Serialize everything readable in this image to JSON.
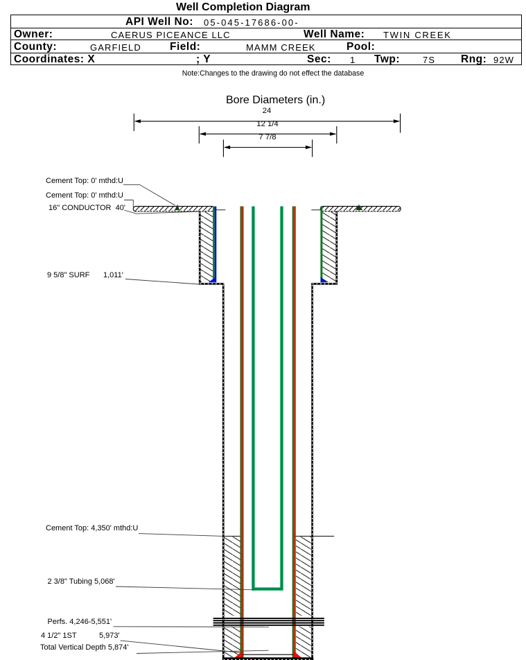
{
  "title": "Well Completion Diagram",
  "header_table": {
    "api_label": "API Well No:",
    "api_value": "05-045-17686-00-",
    "owner_label": "Owner:",
    "owner_value": "CAERUS PICEANCE LLC",
    "well_name_label": "Well Name:",
    "well_name_value": "TWIN CREEK",
    "county_label": "County:",
    "county_value": "GARFIELD",
    "field_label": "Field:",
    "field_value": "MAMM CREEK",
    "pool_label": "Pool:",
    "pool_value": "",
    "coordinates_label": "Coordinates: X",
    "coordinates_y_label": "; Y",
    "sec_label": "Sec:",
    "sec_value": "1",
    "twp_label": "Twp:",
    "twp_value": "7S",
    "rng_label": "Rng:",
    "rng_value": "92W"
  },
  "note": "Note:Changes to the drawing do not effect the database",
  "bore_diameters": {
    "title": "Bore Diameters (in.)",
    "dims": [
      {
        "label": "24"
      },
      {
        "label": "12 1/4"
      },
      {
        "label": "7 7/8"
      }
    ]
  },
  "diagram_labels": {
    "cement_top_1": "Cement Top: 0' mthd:U",
    "cement_top_2": "Cement Top: 0' mthd:U",
    "conductor": "16\" CONDUCTOR  40'",
    "surface_casing": "9 5/8\" SURF",
    "surface_casing_depth": "1,011'",
    "cement_top_3": "Cement Top: 4,350' mthd:U",
    "tubing": "2 3/8\" Tubing 5,068'",
    "perfs": "Perfs. 4,246-5,551'",
    "production_casing": "4 1/2\" 1ST",
    "production_casing_depth": "5,973'",
    "total_vertical_depth": "Total Vertical Depth 5,874'"
  },
  "colors": {
    "surface_casing_green": "#0a7a23",
    "surface_casing_blue": "#0011dd",
    "production_casing_red": "#e02800",
    "production_casing_edge_green": "#17631d",
    "tubing_teal": "#007878",
    "tubing_edge_green": "#00a33c",
    "cement_top_marker_green": "#0d3f10",
    "shoe_marker_blue": "#0011dd",
    "shoe_marker_red": "#e81000",
    "line_black": "#000000"
  }
}
